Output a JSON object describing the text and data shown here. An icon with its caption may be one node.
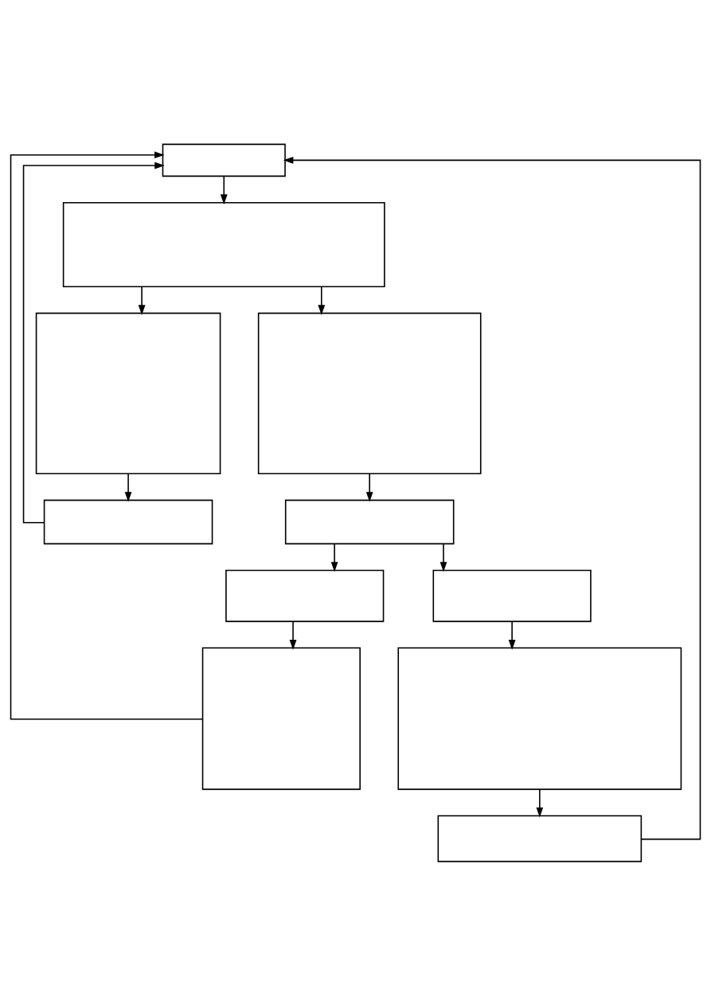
{
  "diagram": {
    "nodes": [
      {
        "text": [],
        "shape": "box"
      },
      {
        "text": [],
        "shape": "box"
      },
      {
        "text": [],
        "shape": "box"
      },
      {
        "text": [],
        "shape": "box"
      },
      {
        "text": [],
        "shape": "box"
      },
      {
        "text": [],
        "shape": "box"
      },
      {
        "text": [],
        "shape": "box"
      },
      {
        "text": [],
        "shape": "box"
      },
      {
        "text": [],
        "shape": "box"
      },
      {
        "text": [],
        "shape": "box"
      },
      {
        "text": [],
        "shape": "box"
      }
    ],
    "edges": [
      {
        "from": 0,
        "to": 1,
        "arrow": "to"
      },
      {
        "from": 1,
        "to": 2,
        "arrow": "to"
      },
      {
        "from": 1,
        "to": 3,
        "arrow": "to"
      },
      {
        "from": 2,
        "to": 4,
        "arrow": "to"
      },
      {
        "from": 3,
        "to": 5,
        "arrow": "to"
      },
      {
        "from": 5,
        "to": 6,
        "arrow": "to"
      },
      {
        "from": 5,
        "to": 7,
        "arrow": "to"
      },
      {
        "from": 6,
        "to": 8,
        "arrow": "to"
      },
      {
        "from": 7,
        "to": 9,
        "arrow": "to"
      },
      {
        "from": 9,
        "to": 10,
        "arrow": "to"
      },
      {
        "from": 4,
        "to": 0,
        "arrow": "to"
      },
      {
        "from": 8,
        "to": 0,
        "arrow": "to"
      },
      {
        "from": 10,
        "to": 0,
        "arrow": "to"
      }
    ]
  }
}
